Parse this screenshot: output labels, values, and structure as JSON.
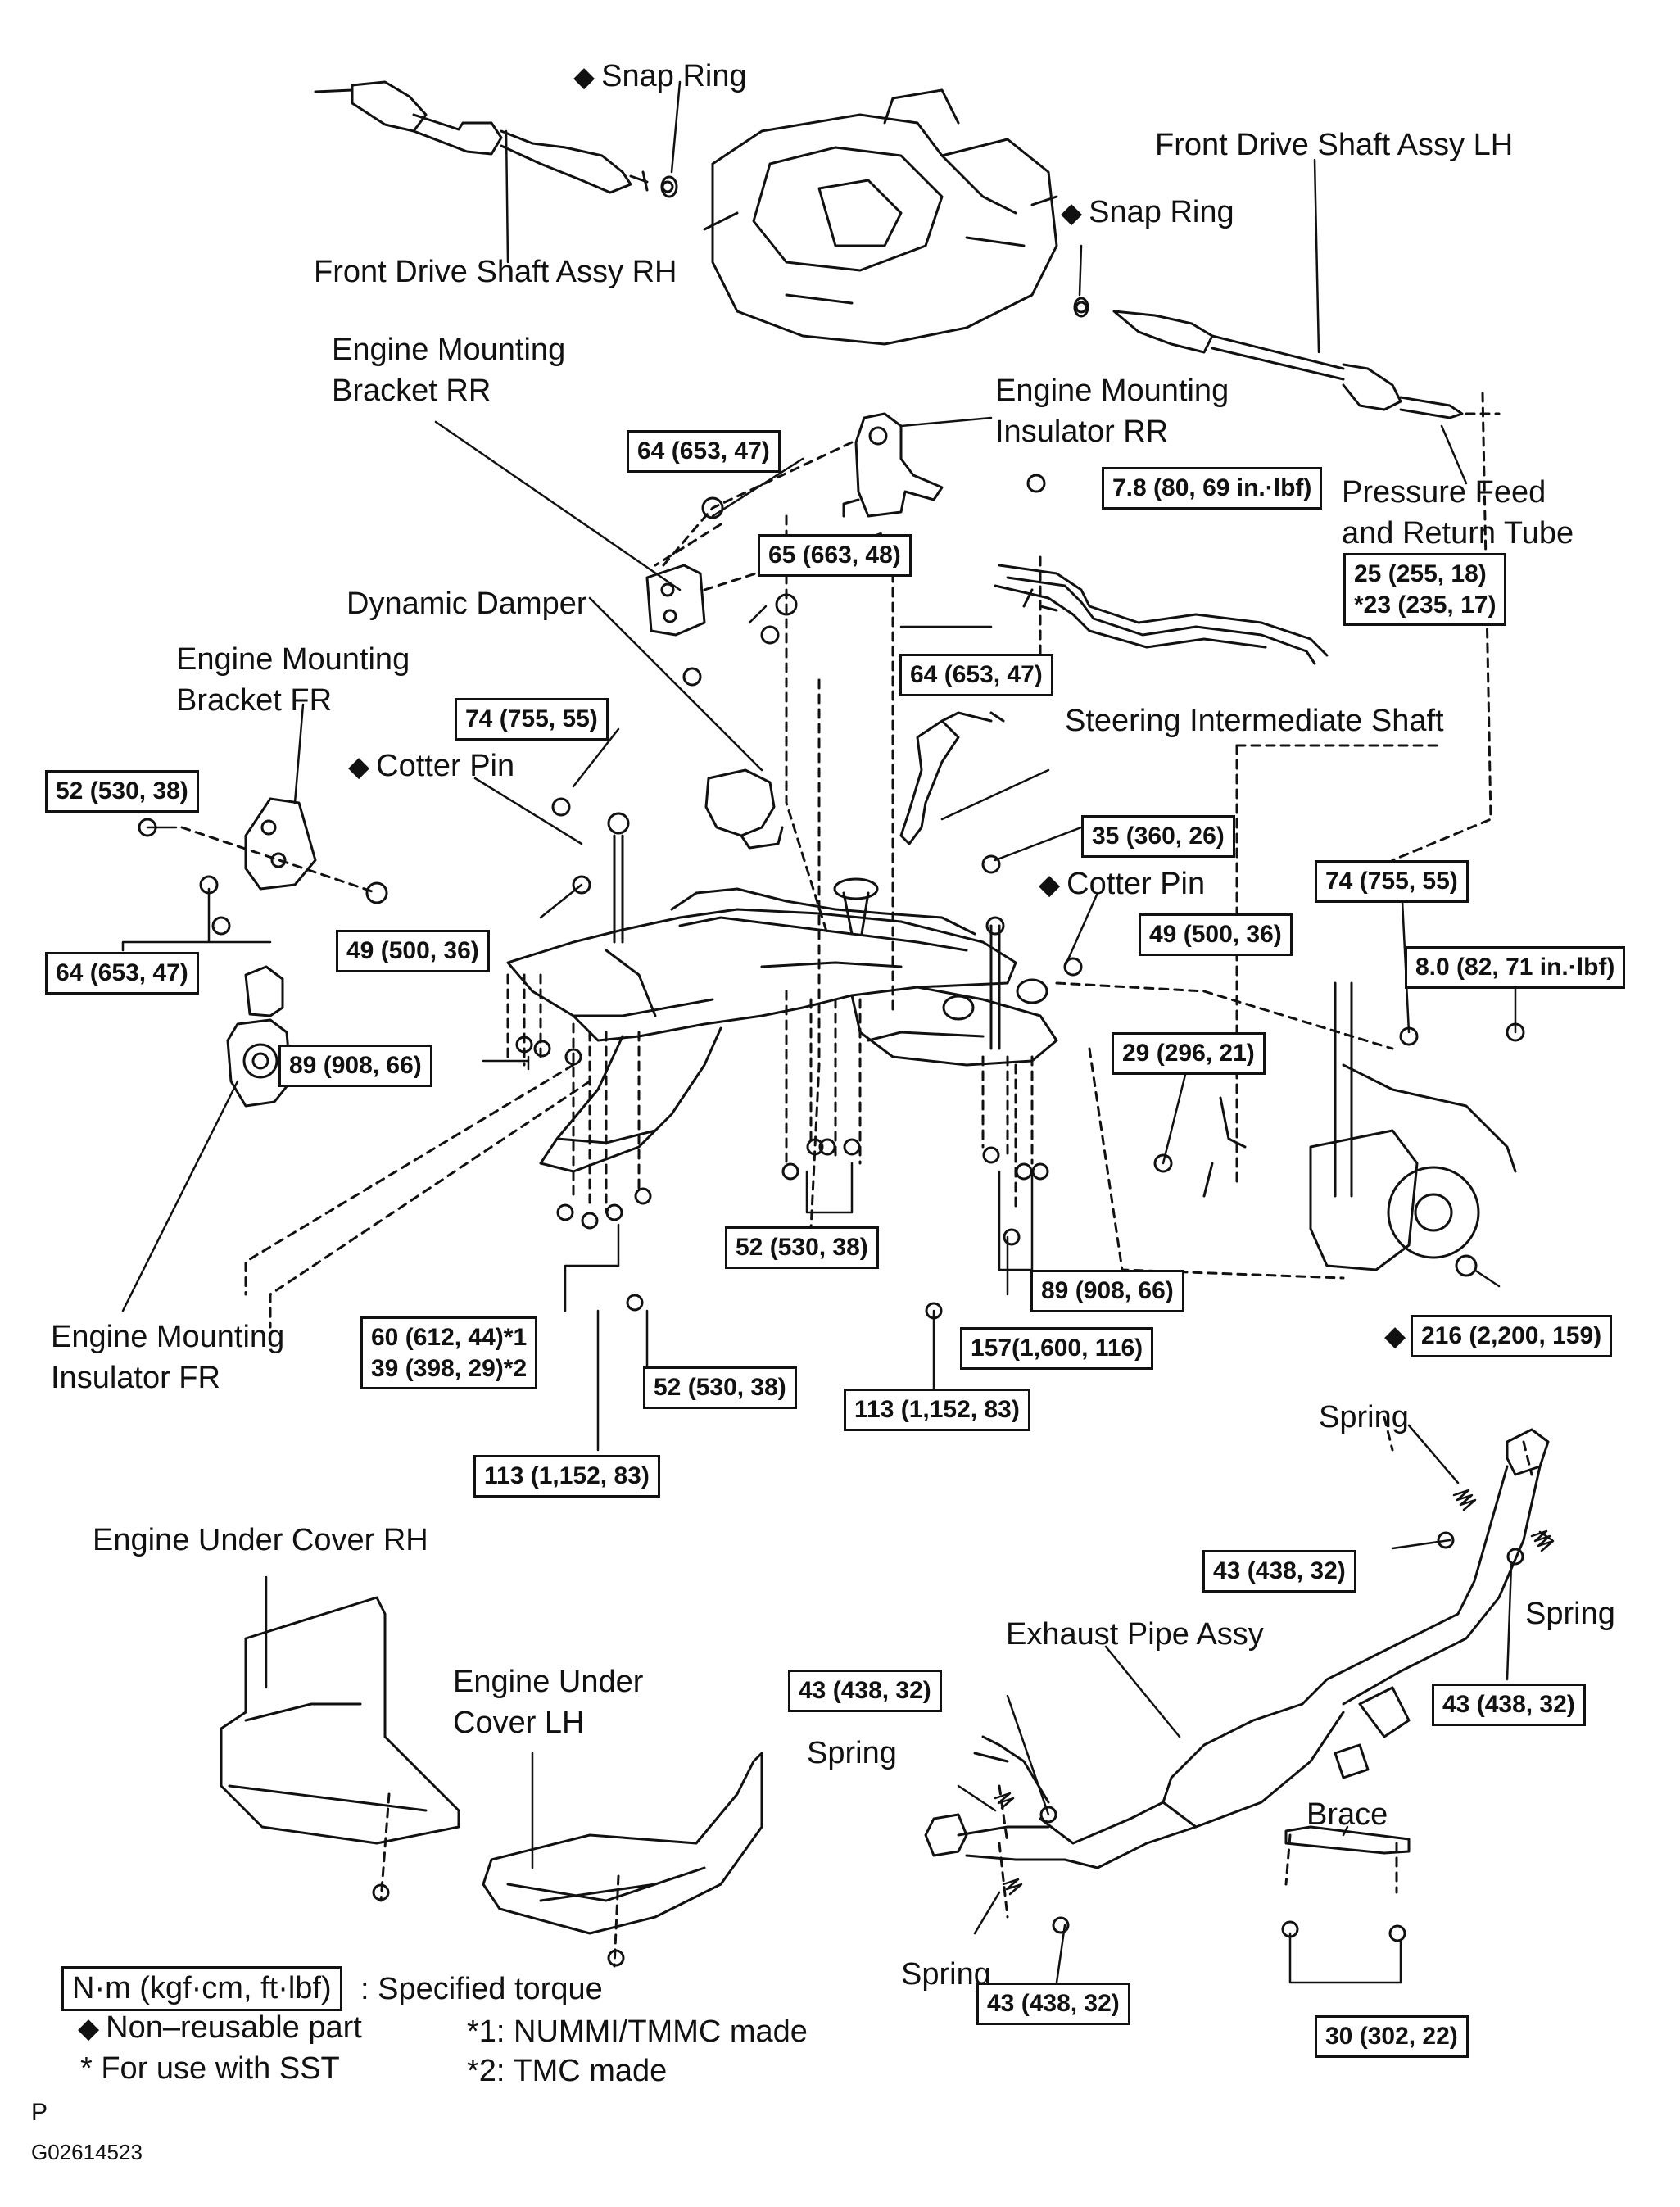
{
  "labels": {
    "snap_ring_rh": "Snap Ring",
    "front_drive_shaft_rh": "Front Drive Shaft Assy RH",
    "snap_ring_lh": "Snap Ring",
    "front_drive_shaft_lh": "Front Drive Shaft Assy LH",
    "engine_mount_bracket_rr": [
      "Engine Mounting",
      "Bracket RR"
    ],
    "engine_mount_insulator_rr": [
      "Engine Mounting",
      "Insulator RR"
    ],
    "pressure_feed_tube": [
      "Pressure Feed",
      "and Return Tube"
    ],
    "dynamic_damper": "Dynamic Damper",
    "engine_mount_bracket_fr": [
      "Engine Mounting",
      "Bracket FR"
    ],
    "cotter_pin_left": "Cotter Pin",
    "steering_intermediate_shaft": "Steering Intermediate Shaft",
    "cotter_pin_right": "Cotter Pin",
    "engine_mount_insulator_fr": [
      "Engine Mounting",
      "Insulator FR"
    ],
    "engine_under_cover_rh": "Engine Under Cover RH",
    "engine_under_cover_lh": [
      "Engine Under",
      "Cover LH"
    ],
    "exhaust_pipe_assy": "Exhaust Pipe Assy",
    "spring_top": "Spring",
    "spring_right": "Spring",
    "spring_mid": "Spring",
    "spring_bottom": "Spring",
    "brace": "Brace"
  },
  "torques": {
    "t64_a": "64 (653, 47)",
    "t78": "7.8 (80, 69 in.·lbf)",
    "t65": "65 (663, 48)",
    "t25": [
      "25 (255, 18)",
      "*23 (235, 17)"
    ],
    "t64_b": "64 (653, 47)",
    "t74_a": "74 (755, 55)",
    "t52_a": "52 (530, 38)",
    "t35": "35 (360, 26)",
    "t74_b": "74 (755, 55)",
    "t49_a": "49 (500, 36)",
    "t49_b": "49 (500, 36)",
    "t64_c": "64 (653, 47)",
    "t80": "8.0 (82, 71 in.·lbf)",
    "t89_a": "89 (908, 66)",
    "t29": "29 (296, 21)",
    "t52_b": "52 (530, 38)",
    "t89_b": "89 (908, 66)",
    "t60": [
      "60 (612, 44)*1",
      "39 (398, 29)*2"
    ],
    "t157": "157(1,600, 116)",
    "t216": "216 (2,200, 159)",
    "t52_c": "52 (530, 38)",
    "t113_a": "113 (1,152, 83)",
    "t113_b": "113 (1,152, 83)",
    "t43_a": "43 (438, 32)",
    "t43_b": "43 (438, 32)",
    "t43_c": "43 (438, 32)",
    "t43_d": "43 (438, 32)",
    "t30": "30 (302, 22)"
  },
  "legend": {
    "unit_box": "N·m (kgf·cm, ft·lbf)",
    "unit_desc": ": Specified torque",
    "non_reusable": "Non–reusable part",
    "sst": "* For use with SST",
    "note1": "*1: NUMMI/TMMC made",
    "note2": "*2: TMC made",
    "page_mark": "P",
    "figure_id": "G02614523"
  },
  "symbols": {
    "non_reusable": "◆"
  }
}
